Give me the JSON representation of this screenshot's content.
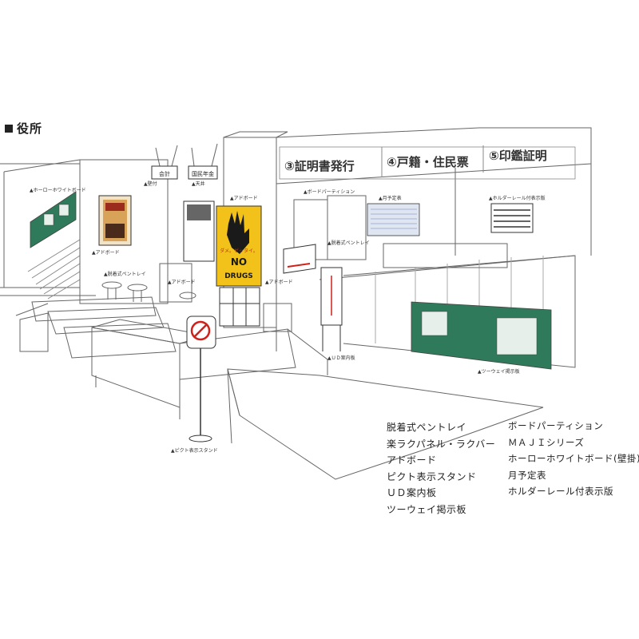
{
  "heading": "役所",
  "counter_signs": {
    "certificate_issuance": "③証明書発行",
    "family_register": "④戸籍・住民票",
    "seal_certificate": "⑤印鑑証明"
  },
  "ceiling_signs": {
    "sign_a": "会計",
    "sign_b": "国民年金"
  },
  "poster": {
    "top_text": "ダメ。ゼッタイ。",
    "main_text": "NO",
    "bottom_text": "DRUGS"
  },
  "legend_left": [
    "脱着式ペントレイ",
    "楽ラクパネル・ラクバー",
    "アドボード",
    "ピクト表示スタンド",
    "ＵＤ案内板",
    "ツーウェイ掲示板"
  ],
  "legend_right": [
    "ボードパーティション",
    "ＭＡＪＩシリーズ",
    "ホーローホワイトボード(壁掛)",
    "月予定表",
    "ホルダーレール付表示版"
  ],
  "colors": {
    "poster_yellow": "#f2c21a",
    "board_green": "#2f7a5a",
    "line": "#555555",
    "sign_red": "#d0201a"
  }
}
